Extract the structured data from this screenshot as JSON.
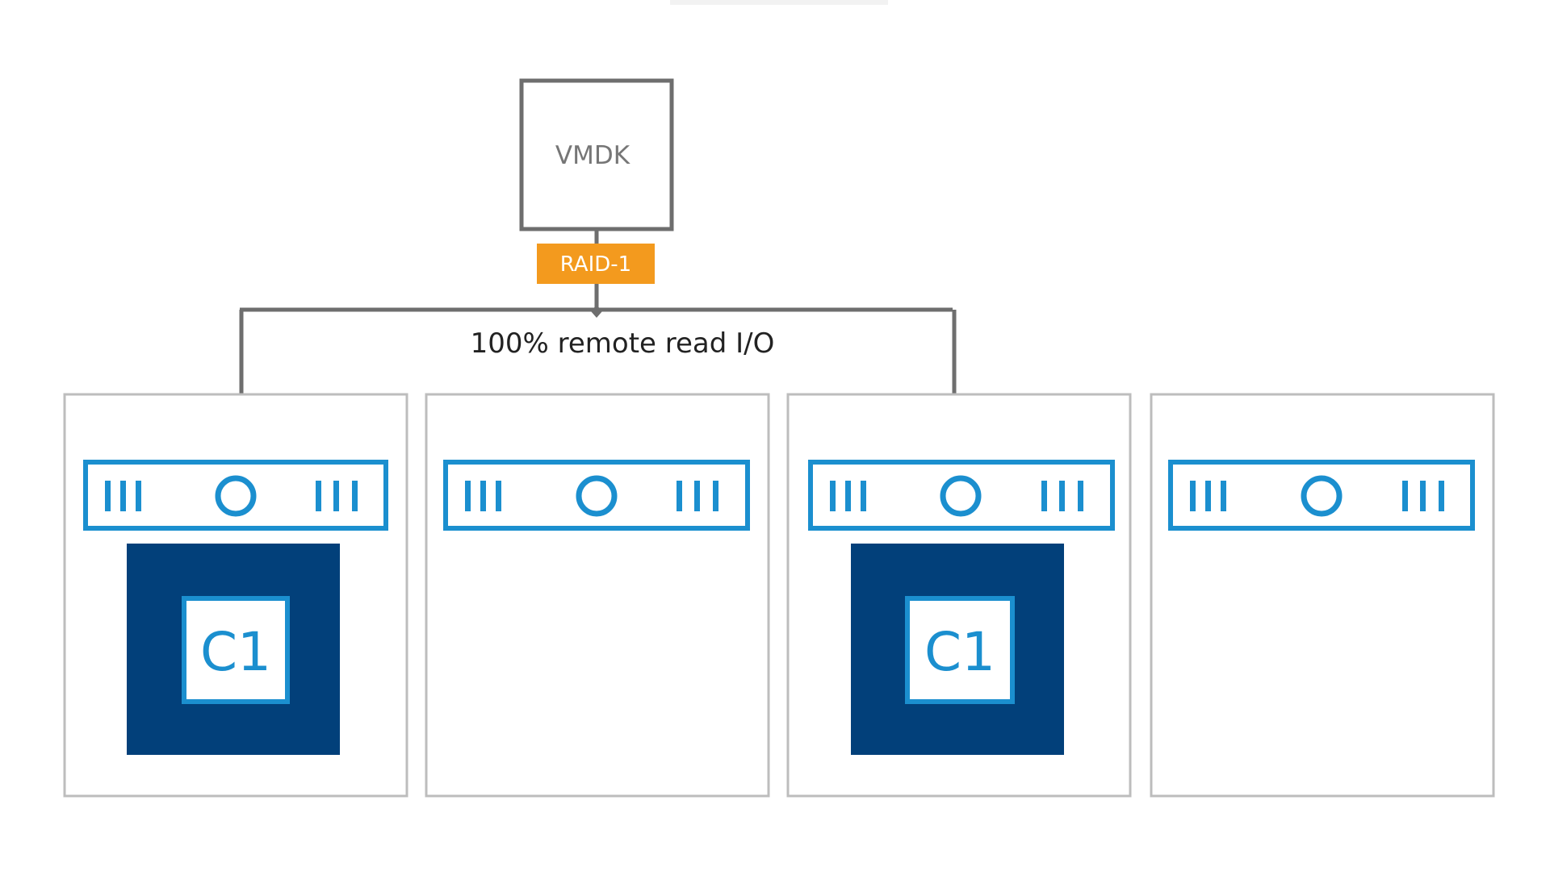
{
  "vmdk": {
    "label": "VMDK"
  },
  "raid": {
    "label": "RAID-1"
  },
  "io": {
    "label": "100% remote read I/O"
  },
  "hosts": [
    {
      "has_component": true,
      "component_label": "C1"
    },
    {
      "has_component": false
    },
    {
      "has_component": true,
      "component_label": "C1"
    },
    {
      "has_component": false
    }
  ],
  "colors": {
    "connector": "#6e6e6e",
    "vmdk_border": "#6e6e6e",
    "raid_badge": "#f39a1e",
    "host_border": "#bdbdbd",
    "disk_blue": "#1b8fcf",
    "component_fill": "#02407a"
  }
}
